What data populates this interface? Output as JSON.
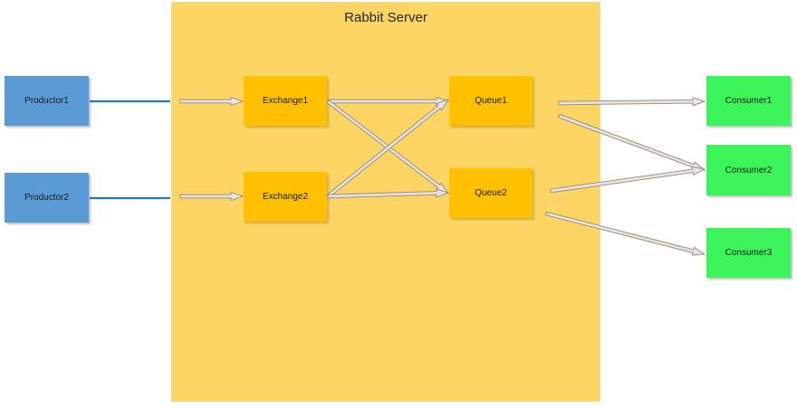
{
  "colors": {
    "server_fill": "#fcd565",
    "producer_fill": "#5b9bd5",
    "exchange_fill": "#ffc000",
    "queue_fill": "#ffc000",
    "consumer_fill": "#3cf55a",
    "arrow_fill": "#ebe3dc",
    "arrow_stroke": "#8e8a86",
    "line_color": "#2e75b6"
  },
  "server": {
    "title": "Rabbit Server"
  },
  "producers": [
    {
      "label": "Productor1"
    },
    {
      "label": "Productor2"
    }
  ],
  "exchanges": [
    {
      "label": "Exchange1"
    },
    {
      "label": "Exchange2"
    }
  ],
  "queues": [
    {
      "label": "Queue1"
    },
    {
      "label": "Queue2"
    }
  ],
  "consumers": [
    {
      "label": "Consumer1"
    },
    {
      "label": "Consumer2"
    },
    {
      "label": "Consumer3"
    }
  ]
}
